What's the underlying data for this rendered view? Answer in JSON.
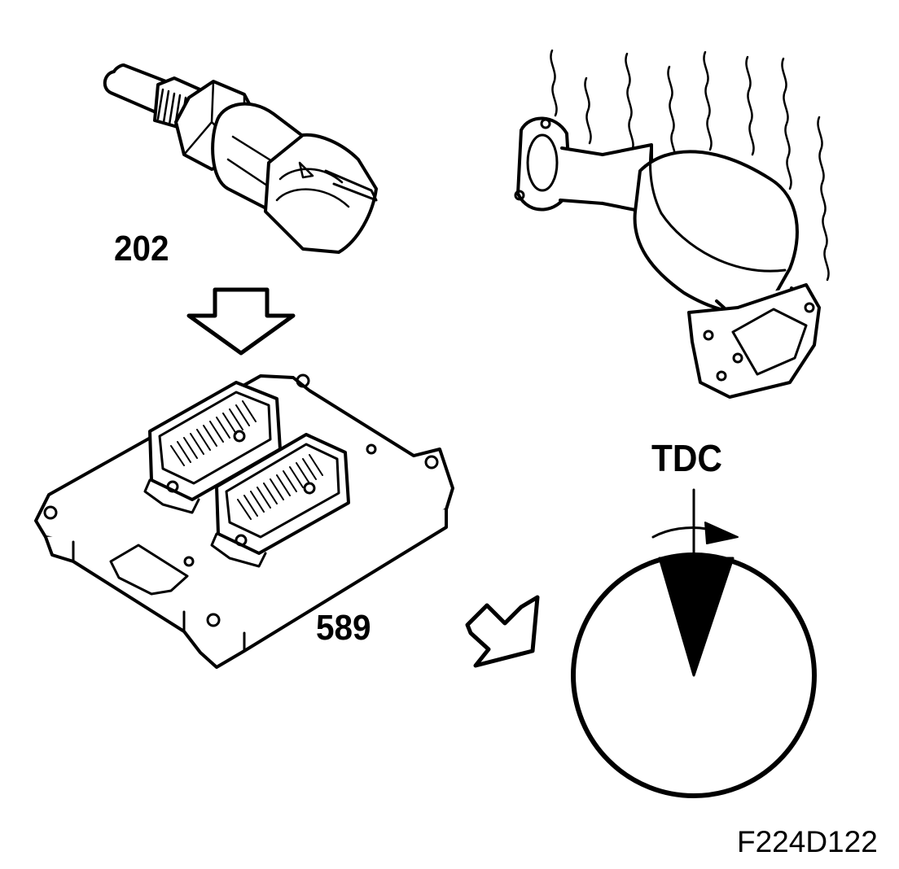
{
  "labels": {
    "sensor_number": "202",
    "ecu_number": "589",
    "tdc": "TDC",
    "figure_code": "F224D122"
  },
  "colors": {
    "ink": "#000000",
    "background": "#ffffff"
  },
  "components": {
    "sensor": "temperature-sensor",
    "ecu": "engine-control-module",
    "catalyst": "catalytic-converter",
    "ignition": "ignition-timing-dial"
  }
}
